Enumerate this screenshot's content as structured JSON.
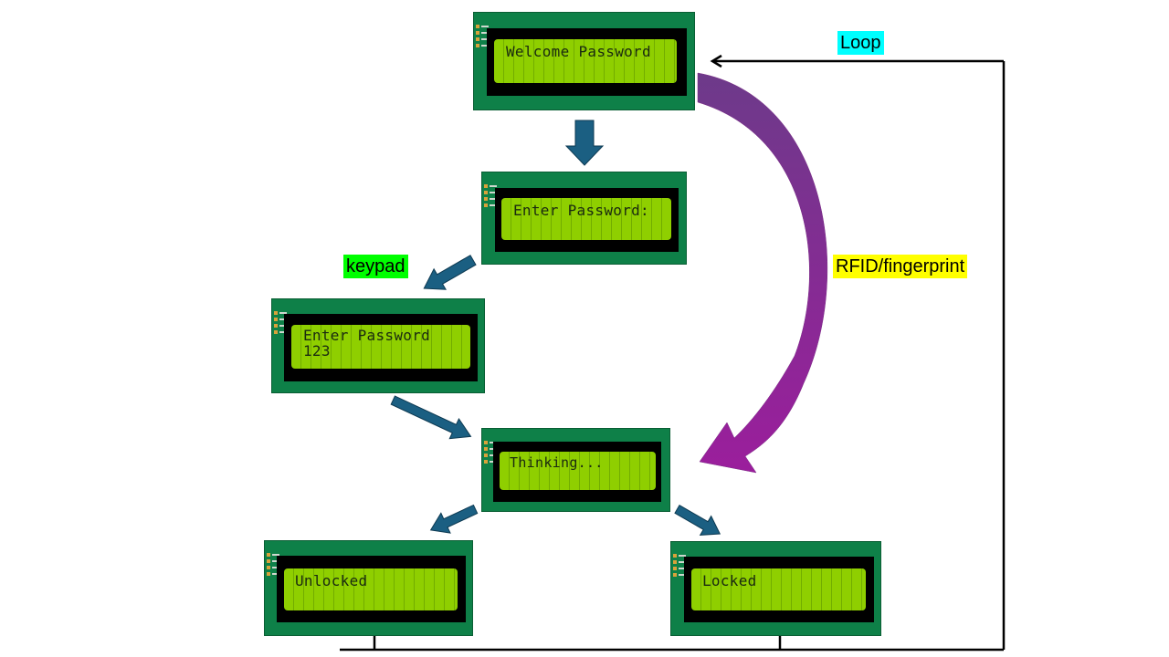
{
  "lcds": {
    "welcome": {
      "line1": "Welcome Password",
      "line2": ""
    },
    "enter": {
      "line1": "Enter Password:",
      "line2": ""
    },
    "keypad_entry": {
      "line1": "Enter Password",
      "line2": "123"
    },
    "thinking": {
      "line1": "Thinking...",
      "line2": ""
    },
    "unlocked": {
      "line1": "Unlocked",
      "line2": ""
    },
    "locked": {
      "line1": "Locked",
      "line2": ""
    }
  },
  "labels": {
    "loop": "Loop",
    "keypad": "keypad",
    "rfid": "RFID/fingerprint"
  },
  "colors": {
    "board": "#0e8048",
    "screen": "#8fcf00",
    "flow_arrow": "#1b5f82",
    "rfid_arrow": "#8e1f93",
    "loop_label": "#00ffff",
    "keypad_label": "#00ff00",
    "rfid_label": "#ffff00"
  }
}
